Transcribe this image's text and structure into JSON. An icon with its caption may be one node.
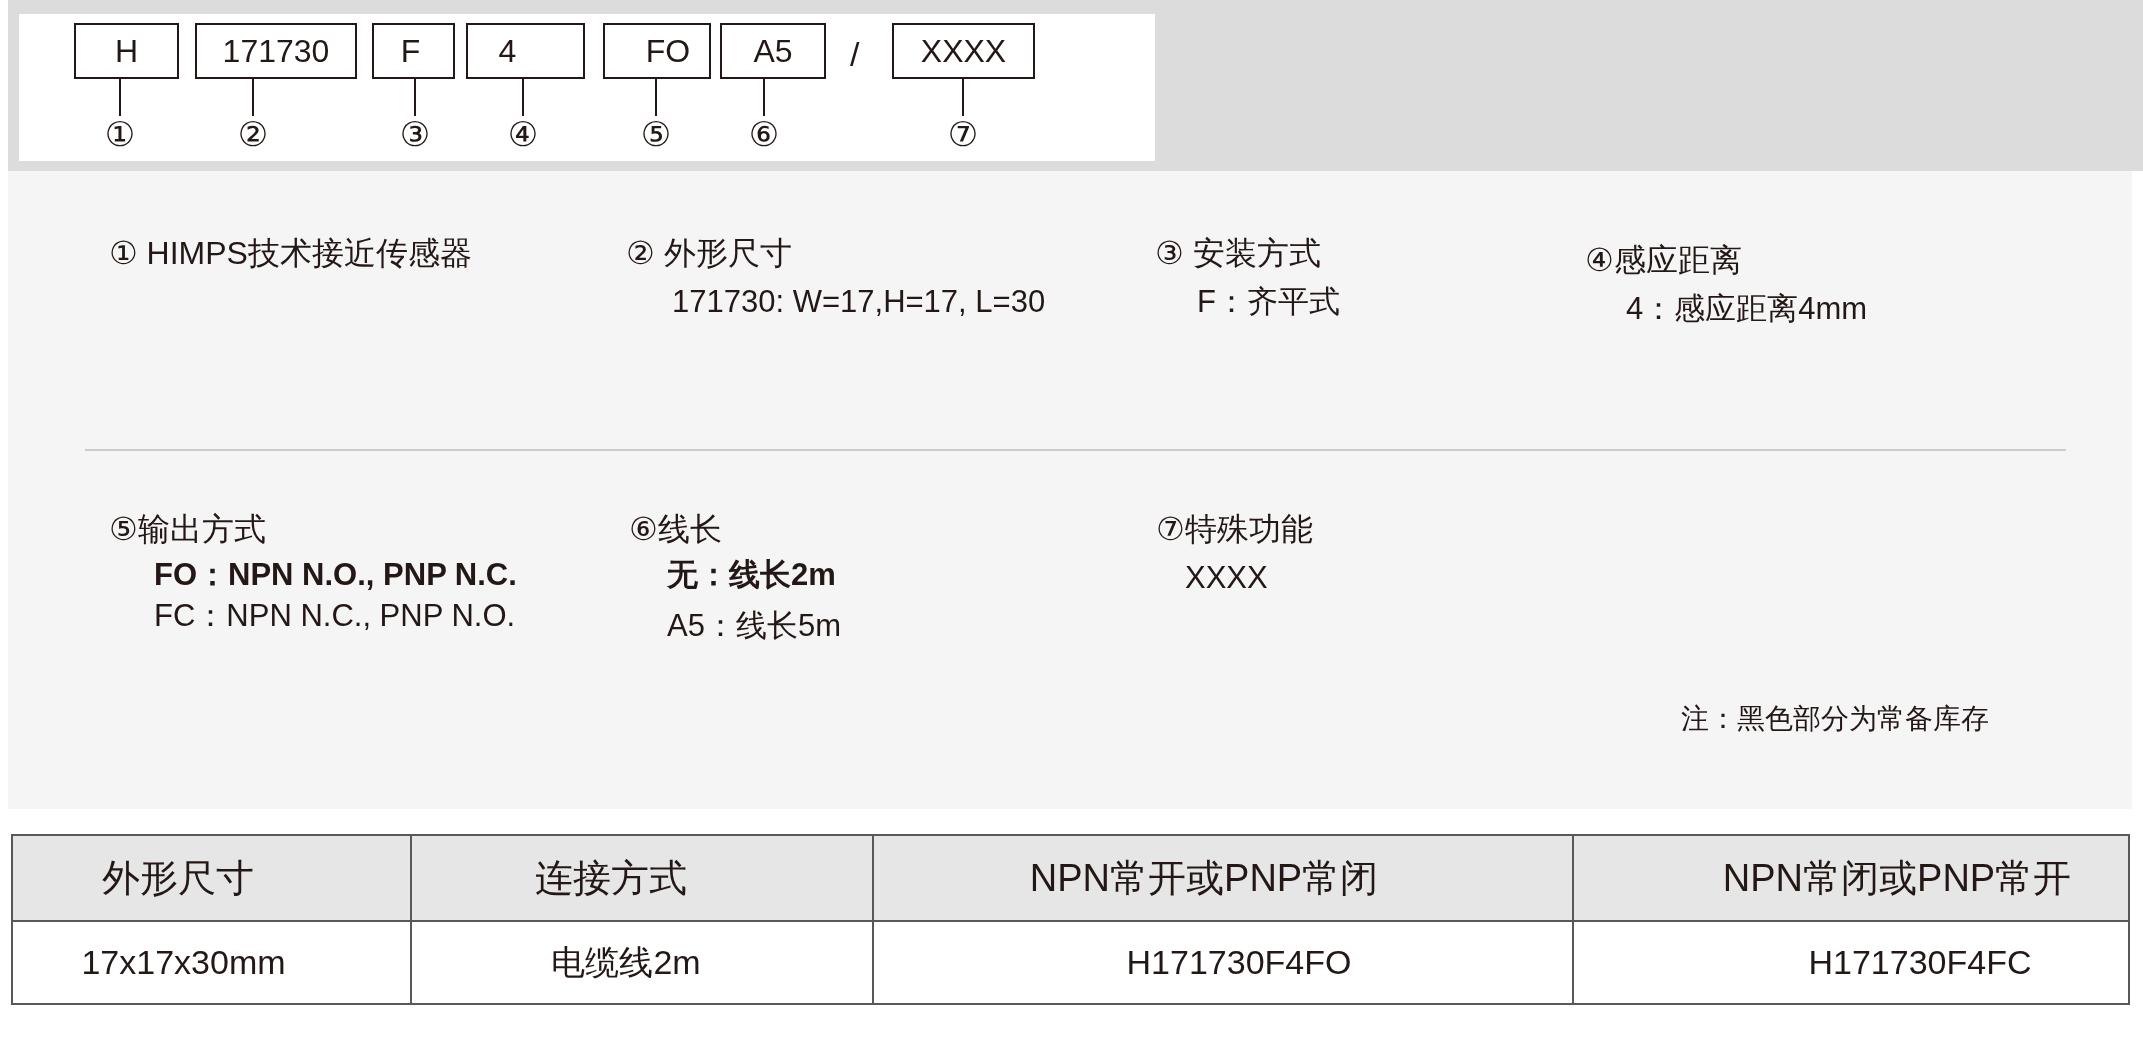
{
  "diagram": {
    "nodes": [
      {
        "text": [
          "H"
        ]
      },
      {
        "text": [
          "171730"
        ]
      },
      {
        "text": [
          "F"
        ]
      },
      {
        "text": [
          "4"
        ]
      },
      {
        "text": [
          "FO"
        ]
      },
      {
        "text": [
          "A5"
        ]
      },
      {
        "text": [
          "XXXX"
        ]
      },
      {
        "text": [
          "①"
        ]
      },
      {
        "text": [
          "②"
        ]
      },
      {
        "text": [
          "③"
        ]
      },
      {
        "text": [
          "④"
        ]
      },
      {
        "text": [
          "⑤"
        ]
      },
      {
        "text": [
          "⑥"
        ]
      },
      {
        "text": [
          "⑦"
        ]
      }
    ],
    "edges": [
      {
        "from": 0,
        "to": 7,
        "arrow": "none"
      },
      {
        "from": 1,
        "to": 8,
        "arrow": "none"
      },
      {
        "from": 2,
        "to": 9,
        "arrow": "none"
      },
      {
        "from": 3,
        "to": 10,
        "arrow": "none"
      },
      {
        "from": 4,
        "to": 11,
        "arrow": "none"
      },
      {
        "from": 5,
        "to": 12,
        "arrow": "none"
      },
      {
        "from": 6,
        "to": 13,
        "arrow": "none"
      }
    ],
    "labels": [
      "/",
      "① HIMPS技术接近传感器",
      "② 外形尺寸",
      "171730: W=17,H=17, L=30",
      "③ 安装方式",
      "F：齐平式",
      "④感应距离",
      "4：感应距离4mm",
      "⑤输出方式",
      "FO：NPN N.O., PNP N.C.",
      "FC：NPN N.C., PNP N.O.",
      "⑥线长",
      "无：线长2m",
      "A5：线长5m",
      "⑦特殊功能",
      "XXXX",
      "注：黑色部分为常备库存",
      "外形尺寸",
      "连接方式",
      "NPN常开或PNP常闭",
      "NPN常闭或PNP常开",
      "17x17x30mm",
      "电缆线2m",
      "H171730F4FO",
      "H171730F4FC"
    ]
  }
}
